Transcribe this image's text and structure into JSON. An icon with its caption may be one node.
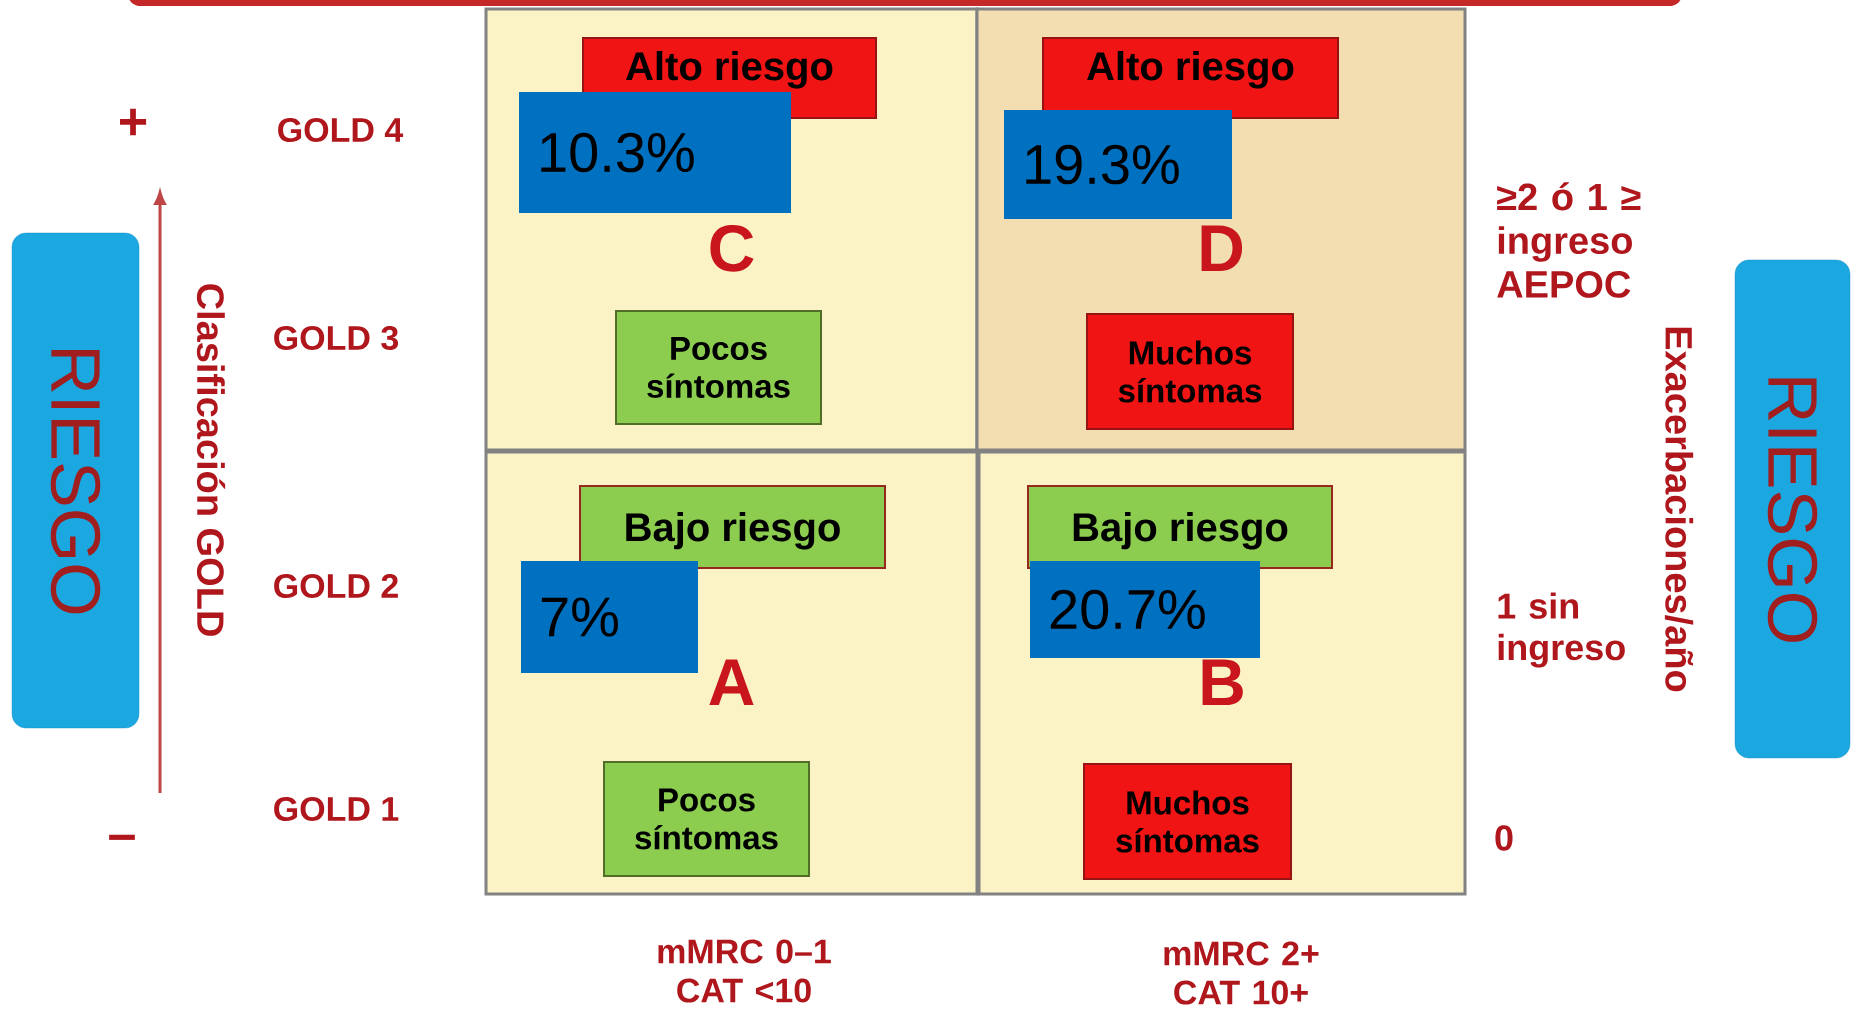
{
  "diagram": {
    "nodes": [
      {
        "text": [
          "RIESGO"
        ]
      },
      {
        "text": [
          "C"
        ]
      },
      {
        "text": [
          "Alto riesgo"
        ],
        "in": 1
      },
      {
        "text": [
          "10.3%"
        ],
        "in": 1
      },
      {
        "text": [
          "Pocos síntomas"
        ],
        "in": 1
      },
      {
        "text": [
          "D"
        ]
      },
      {
        "text": [
          "Alto riesgo"
        ],
        "in": 5
      },
      {
        "text": [
          "19.3%"
        ],
        "in": 5
      },
      {
        "text": [
          "Muchos síntomas"
        ],
        "in": 5
      },
      {
        "text": [
          "A"
        ]
      },
      {
        "text": [
          "Bajo riesgo"
        ],
        "in": 9
      },
      {
        "text": [
          "7%"
        ],
        "in": 9
      },
      {
        "text": [
          "Pocos síntomas"
        ],
        "in": 9
      },
      {
        "text": [
          "B"
        ]
      },
      {
        "text": [
          "Bajo riesgo"
        ],
        "in": 13
      },
      {
        "text": [
          "20.7%"
        ],
        "in": 13
      },
      {
        "text": [
          "Muchos síntomas"
        ],
        "in": 13
      },
      {
        "text": [
          "RIESGO"
        ]
      }
    ],
    "edges": [],
    "labels": [
      "+",
      "GOLD 4",
      "≥2 ó 1 ≥ ingreso AEPOC",
      "Clasificación GOLD",
      "GOLD 3",
      "Exacerbaciones/año",
      "GOLD 2",
      "1 sin ingreso",
      "GOLD 1",
      "–",
      "0",
      "mMRC 0–1 CAT <10",
      "mMRC 2+ CAT 10+"
    ]
  }
}
